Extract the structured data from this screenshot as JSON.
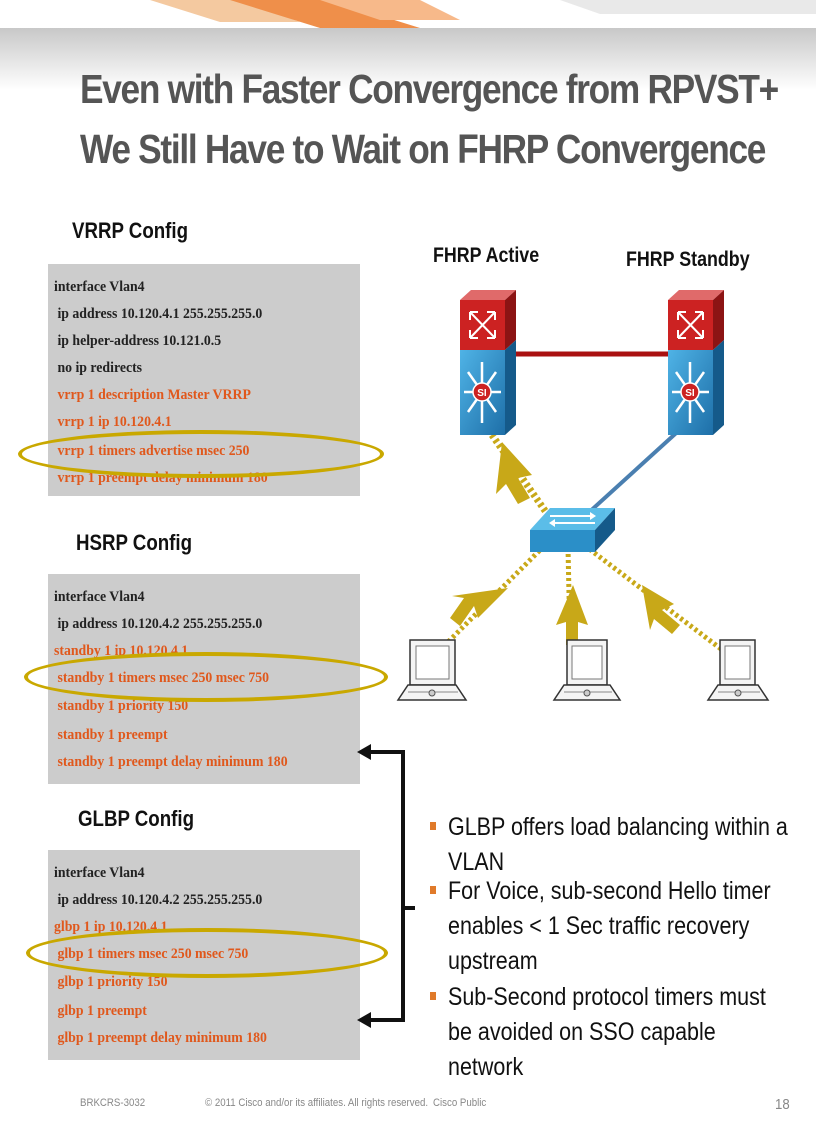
{
  "title": {
    "line1": "Even with Faster Convergence from RPVST+",
    "line2": "We Still Have to Wait on FHRP Convergence"
  },
  "vrrp": {
    "heading": "VRRP Config",
    "lines": [
      {
        "text": "interface Vlan4",
        "color": "black"
      },
      {
        "text": " ip address 10.120.4.1 255.255.255.0",
        "color": "black"
      },
      {
        "text": " ip helper-address 10.121.0.5",
        "color": "black"
      },
      {
        "text": " no ip redirects",
        "color": "black"
      },
      {
        "text": " vrrp 1 description Master VRRP",
        "color": "orange"
      },
      {
        "text": " vrrp 1 ip 10.120.4.1",
        "color": "orange"
      },
      {
        "text": " vrrp 1 timers advertise msec 250",
        "color": "orange"
      },
      {
        "text": " vrrp 1 preempt delay minimum 180",
        "color": "orange"
      }
    ]
  },
  "hsrp": {
    "heading": "HSRP Config",
    "lines": [
      {
        "text": "interface Vlan4",
        "color": "black"
      },
      {
        "text": " ip address 10.120.4.2 255.255.255.0",
        "color": "black"
      },
      {
        "text": "standby 1 ip 10.120.4.1",
        "color": "orange"
      },
      {
        "text": " standby 1 timers msec 250 msec 750",
        "color": "orange"
      },
      {
        "text": " standby 1 priority 150",
        "color": "orange"
      },
      {
        "text": " standby 1 preempt",
        "color": "orange"
      },
      {
        "text": " standby 1 preempt delay minimum 180",
        "color": "orange"
      }
    ]
  },
  "glbp": {
    "heading": "GLBP Config",
    "lines": [
      {
        "text": "interface Vlan4",
        "color": "black"
      },
      {
        "text": " ip address 10.120.4.2 255.255.255.0",
        "color": "black"
      },
      {
        "text": "glbp 1 ip 10.120.4.1",
        "color": "orange"
      },
      {
        "text": " glbp 1 timers msec 250 msec 750",
        "color": "orange"
      },
      {
        "text": " glbp 1 priority 150",
        "color": "orange"
      },
      {
        "text": " glbp 1 preempt",
        "color": "orange"
      },
      {
        "text": " glbp 1 preempt delay minimum 180",
        "color": "orange"
      }
    ]
  },
  "diagram": {
    "active_label": "FHRP Active",
    "standby_label": "FHRP Standby",
    "devices": {
      "core_active": "multilayer-switch-icon",
      "core_standby": "multilayer-switch-icon",
      "access": "switch-icon",
      "hosts": [
        "laptop-icon",
        "laptop-icon",
        "laptop-icon"
      ]
    },
    "colors": {
      "router_red": "#cc2222",
      "switch_blue": "#2b8fc8",
      "link_red": "#aa1111",
      "link_blue": "#4a7fb0",
      "flow_gold": "#c8a818"
    }
  },
  "bullets": [
    "GLBP offers load balancing within a VLAN",
    "For Voice, sub-second Hello timer enables < 1 Sec traffic recovery upstream",
    "Sub-Second protocol timers must be avoided on SSO capable network"
  ],
  "footer": {
    "session": "BRKCRS-3032",
    "copyright": "© 2011 Cisco and/or its affiliates. All rights reserved.",
    "classification": "Cisco Public",
    "page": "18"
  },
  "colors": {
    "title_gray": "#555555",
    "config_bg": "#cccccc",
    "config_orange": "#e0581c",
    "highlight_gold": "#c9a800",
    "bullet_orange": "#e07a2a"
  }
}
